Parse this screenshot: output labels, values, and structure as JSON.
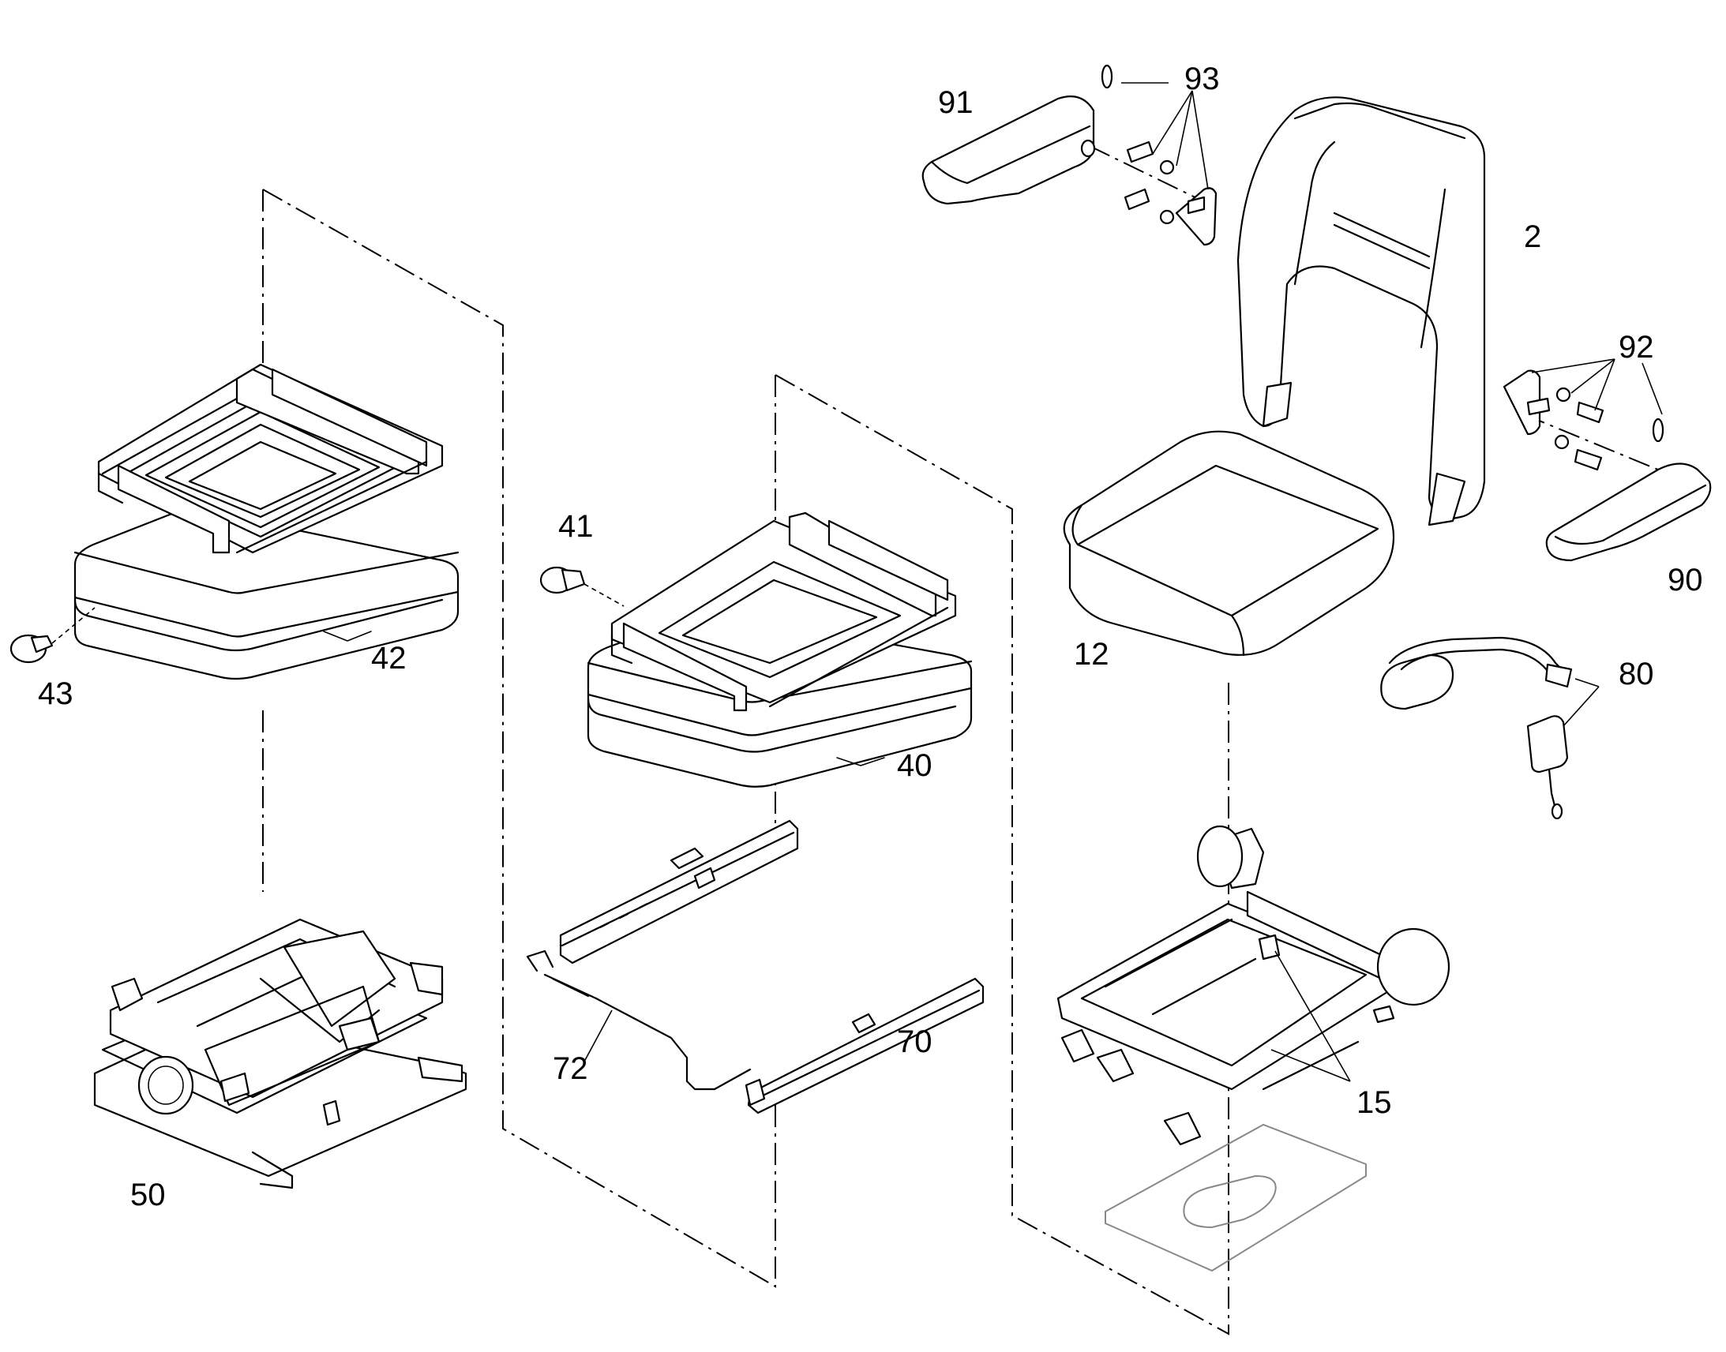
{
  "labels": {
    "p2": "2",
    "p12": "12",
    "p15": "15",
    "p40": "40",
    "p41": "41",
    "p42": "42",
    "p43": "43",
    "p50": "50",
    "p70": "70",
    "p72": "72",
    "p80": "80",
    "p90": "90",
    "p91": "91",
    "p92": "92",
    "p93": "93"
  }
}
